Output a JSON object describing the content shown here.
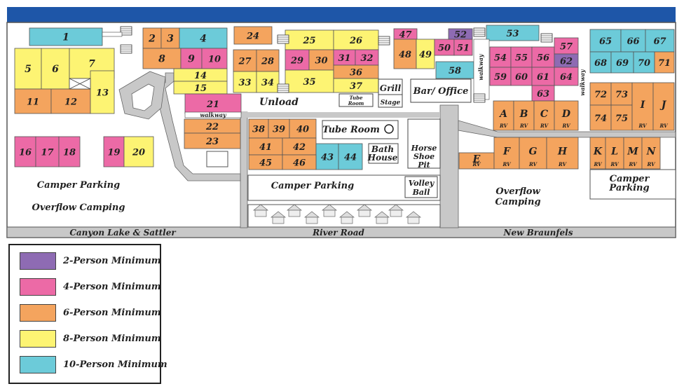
{
  "colors": {
    "purple": "#8e6bb3",
    "pink": "#ec6aa6",
    "orange": "#f4a45e",
    "yellow": "#fdf473",
    "teal": "#6ccbd9",
    "road": "#c8c8c8",
    "banner": "#1e56a8"
  },
  "legend": [
    {
      "color": "purple",
      "label": "2-Person Minimum"
    },
    {
      "color": "pink",
      "label": "4-Person Minimum"
    },
    {
      "color": "orange",
      "label": "6-Person Minimum"
    },
    {
      "color": "yellow",
      "label": "8-Person Minimum"
    },
    {
      "color": "teal",
      "label": "10-Person Minimum"
    }
  ],
  "lots": [
    {
      "id": "1",
      "color": "teal"
    },
    {
      "id": "2",
      "color": "orange"
    },
    {
      "id": "3",
      "color": "orange"
    },
    {
      "id": "4",
      "color": "teal"
    },
    {
      "id": "5",
      "color": "yellow"
    },
    {
      "id": "6",
      "color": "yellow"
    },
    {
      "id": "7",
      "color": "yellow"
    },
    {
      "id": "8",
      "color": "orange"
    },
    {
      "id": "9",
      "color": "pink"
    },
    {
      "id": "10",
      "color": "pink"
    },
    {
      "id": "11",
      "color": "orange"
    },
    {
      "id": "12",
      "color": "orange"
    },
    {
      "id": "13",
      "color": "yellow"
    },
    {
      "id": "14",
      "color": "yellow"
    },
    {
      "id": "15",
      "color": "yellow"
    },
    {
      "id": "16",
      "color": "pink"
    },
    {
      "id": "17",
      "color": "pink"
    },
    {
      "id": "18",
      "color": "pink"
    },
    {
      "id": "19",
      "color": "pink"
    },
    {
      "id": "20",
      "color": "yellow"
    },
    {
      "id": "21",
      "color": "pink"
    },
    {
      "id": "22",
      "color": "orange"
    },
    {
      "id": "23",
      "color": "orange"
    },
    {
      "id": "24",
      "color": "orange"
    },
    {
      "id": "25",
      "color": "yellow"
    },
    {
      "id": "26",
      "color": "yellow"
    },
    {
      "id": "27",
      "color": "orange"
    },
    {
      "id": "28",
      "color": "orange"
    },
    {
      "id": "29",
      "color": "pink"
    },
    {
      "id": "30",
      "color": "orange"
    },
    {
      "id": "31",
      "color": "pink"
    },
    {
      "id": "32",
      "color": "pink"
    },
    {
      "id": "33",
      "color": "yellow"
    },
    {
      "id": "34",
      "color": "yellow"
    },
    {
      "id": "35",
      "color": "yellow"
    },
    {
      "id": "36",
      "color": "orange"
    },
    {
      "id": "37",
      "color": "yellow"
    },
    {
      "id": "38",
      "color": "orange"
    },
    {
      "id": "39",
      "color": "orange"
    },
    {
      "id": "40",
      "color": "orange"
    },
    {
      "id": "41",
      "color": "orange"
    },
    {
      "id": "42",
      "color": "orange"
    },
    {
      "id": "43",
      "color": "teal"
    },
    {
      "id": "44",
      "color": "teal"
    },
    {
      "id": "45",
      "color": "orange"
    },
    {
      "id": "46",
      "color": "orange"
    },
    {
      "id": "47",
      "color": "pink"
    },
    {
      "id": "48",
      "color": "orange"
    },
    {
      "id": "49",
      "color": "yellow"
    },
    {
      "id": "50",
      "color": "pink"
    },
    {
      "id": "51",
      "color": "pink"
    },
    {
      "id": "52",
      "color": "purple"
    },
    {
      "id": "53",
      "color": "teal"
    },
    {
      "id": "54",
      "color": "pink"
    },
    {
      "id": "55",
      "color": "pink"
    },
    {
      "id": "56",
      "color": "pink"
    },
    {
      "id": "57",
      "color": "pink"
    },
    {
      "id": "58",
      "color": "teal"
    },
    {
      "id": "59",
      "color": "pink"
    },
    {
      "id": "60",
      "color": "pink"
    },
    {
      "id": "61",
      "color": "pink"
    },
    {
      "id": "62",
      "color": "purple"
    },
    {
      "id": "63",
      "color": "pink"
    },
    {
      "id": "64",
      "color": "pink"
    },
    {
      "id": "65",
      "color": "teal"
    },
    {
      "id": "66",
      "color": "teal"
    },
    {
      "id": "67",
      "color": "teal"
    },
    {
      "id": "68",
      "color": "teal"
    },
    {
      "id": "69",
      "color": "teal"
    },
    {
      "id": "70",
      "color": "teal"
    },
    {
      "id": "71",
      "color": "orange"
    },
    {
      "id": "72",
      "color": "orange"
    },
    {
      "id": "73",
      "color": "orange"
    },
    {
      "id": "74",
      "color": "orange"
    },
    {
      "id": "75",
      "color": "orange"
    },
    {
      "id": "I",
      "color": "orange",
      "rv": true
    },
    {
      "id": "J",
      "color": "orange",
      "rv": true
    },
    {
      "id": "A",
      "color": "orange",
      "rv": true
    },
    {
      "id": "B",
      "color": "orange",
      "rv": true
    },
    {
      "id": "C",
      "color": "orange",
      "rv": true
    },
    {
      "id": "D",
      "color": "orange",
      "rv": true
    },
    {
      "id": "E",
      "color": "orange",
      "rv": true
    },
    {
      "id": "F",
      "color": "orange",
      "rv": true
    },
    {
      "id": "G",
      "color": "orange",
      "rv": true
    },
    {
      "id": "H",
      "color": "orange",
      "rv": true
    },
    {
      "id": "K",
      "color": "orange",
      "rv": true
    },
    {
      "id": "L",
      "color": "orange",
      "rv": true
    },
    {
      "id": "M",
      "color": "orange",
      "rv": true
    },
    {
      "id": "N",
      "color": "orange",
      "rv": true
    }
  ],
  "rv_label": "RV",
  "labels": {
    "unload": "Unload",
    "grill": "Grill",
    "stage": "Stage",
    "bar_office": "Bar/ Office",
    "tube_room_small_1": "Tube",
    "tube_room_small_2": "Room",
    "tube_room": "Tube Room",
    "bath_house_1": "Bath",
    "bath_house_2": "House",
    "horse_shoe_1": "Horse",
    "horse_shoe_2": "Shoe",
    "horse_shoe_3": "Pit",
    "volley_1": "Volley",
    "volley_2": "Ball",
    "walkway": "walkway",
    "camper_parking": "Camper Parking",
    "overflow_camping": "Overflow Camping",
    "overflow_1": "Overflow",
    "overflow_2": "Camping",
    "camper_1": "Camper",
    "camper_2": "Parking",
    "canyon_lake": "Canyon Lake & Sattler",
    "river_road": "River Road",
    "new_braunfels": "New Braunfels"
  }
}
